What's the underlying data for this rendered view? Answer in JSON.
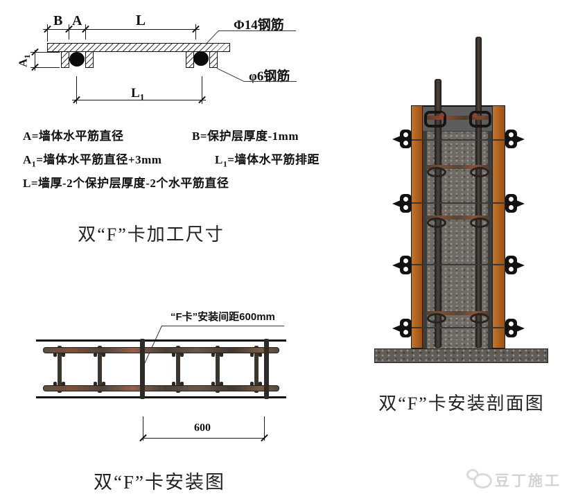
{
  "top_diagram": {
    "dim_b": "B",
    "dim_a": "A",
    "dim_l": "L",
    "dim_a1": {
      "base": "A",
      "sub": "1"
    },
    "dim_l1": {
      "base": "L",
      "sub": "1"
    },
    "label_phi14": "Φ14钢筋",
    "label_phi6": "φ6钢筋",
    "eq_a": "A=墙体水平筋直径",
    "eq_b": "B=保护层厚度-1mm",
    "eq_a1": {
      "pre": "A",
      "sub": "1",
      "post": "=墙体水平筋直径+3mm"
    },
    "eq_l1": {
      "pre": "L",
      "sub": "1",
      "post": "=墙体水平筋排距"
    },
    "eq_l": "L=墙厚-2个保护层厚度-2个水平筋直径",
    "title": "双“F”卡加工尺寸"
  },
  "install_diagram": {
    "annotation": "“F卡”安装间距600mm",
    "dim_600": "600",
    "title": "双“F”卡安装图"
  },
  "section_diagram": {
    "title": "双“F”卡安装剖面图"
  },
  "watermark": {
    "text": "豆丁施工"
  },
  "colors": {
    "formwork_orange": "#b26320",
    "concrete_gray": "#6f6a64",
    "cap_gray": "#5d5d5d",
    "slab_gray": "#615c56",
    "rust_brown": "#8a5335",
    "line_black": "#111111",
    "watermark_gray": "#d3d3d3"
  }
}
